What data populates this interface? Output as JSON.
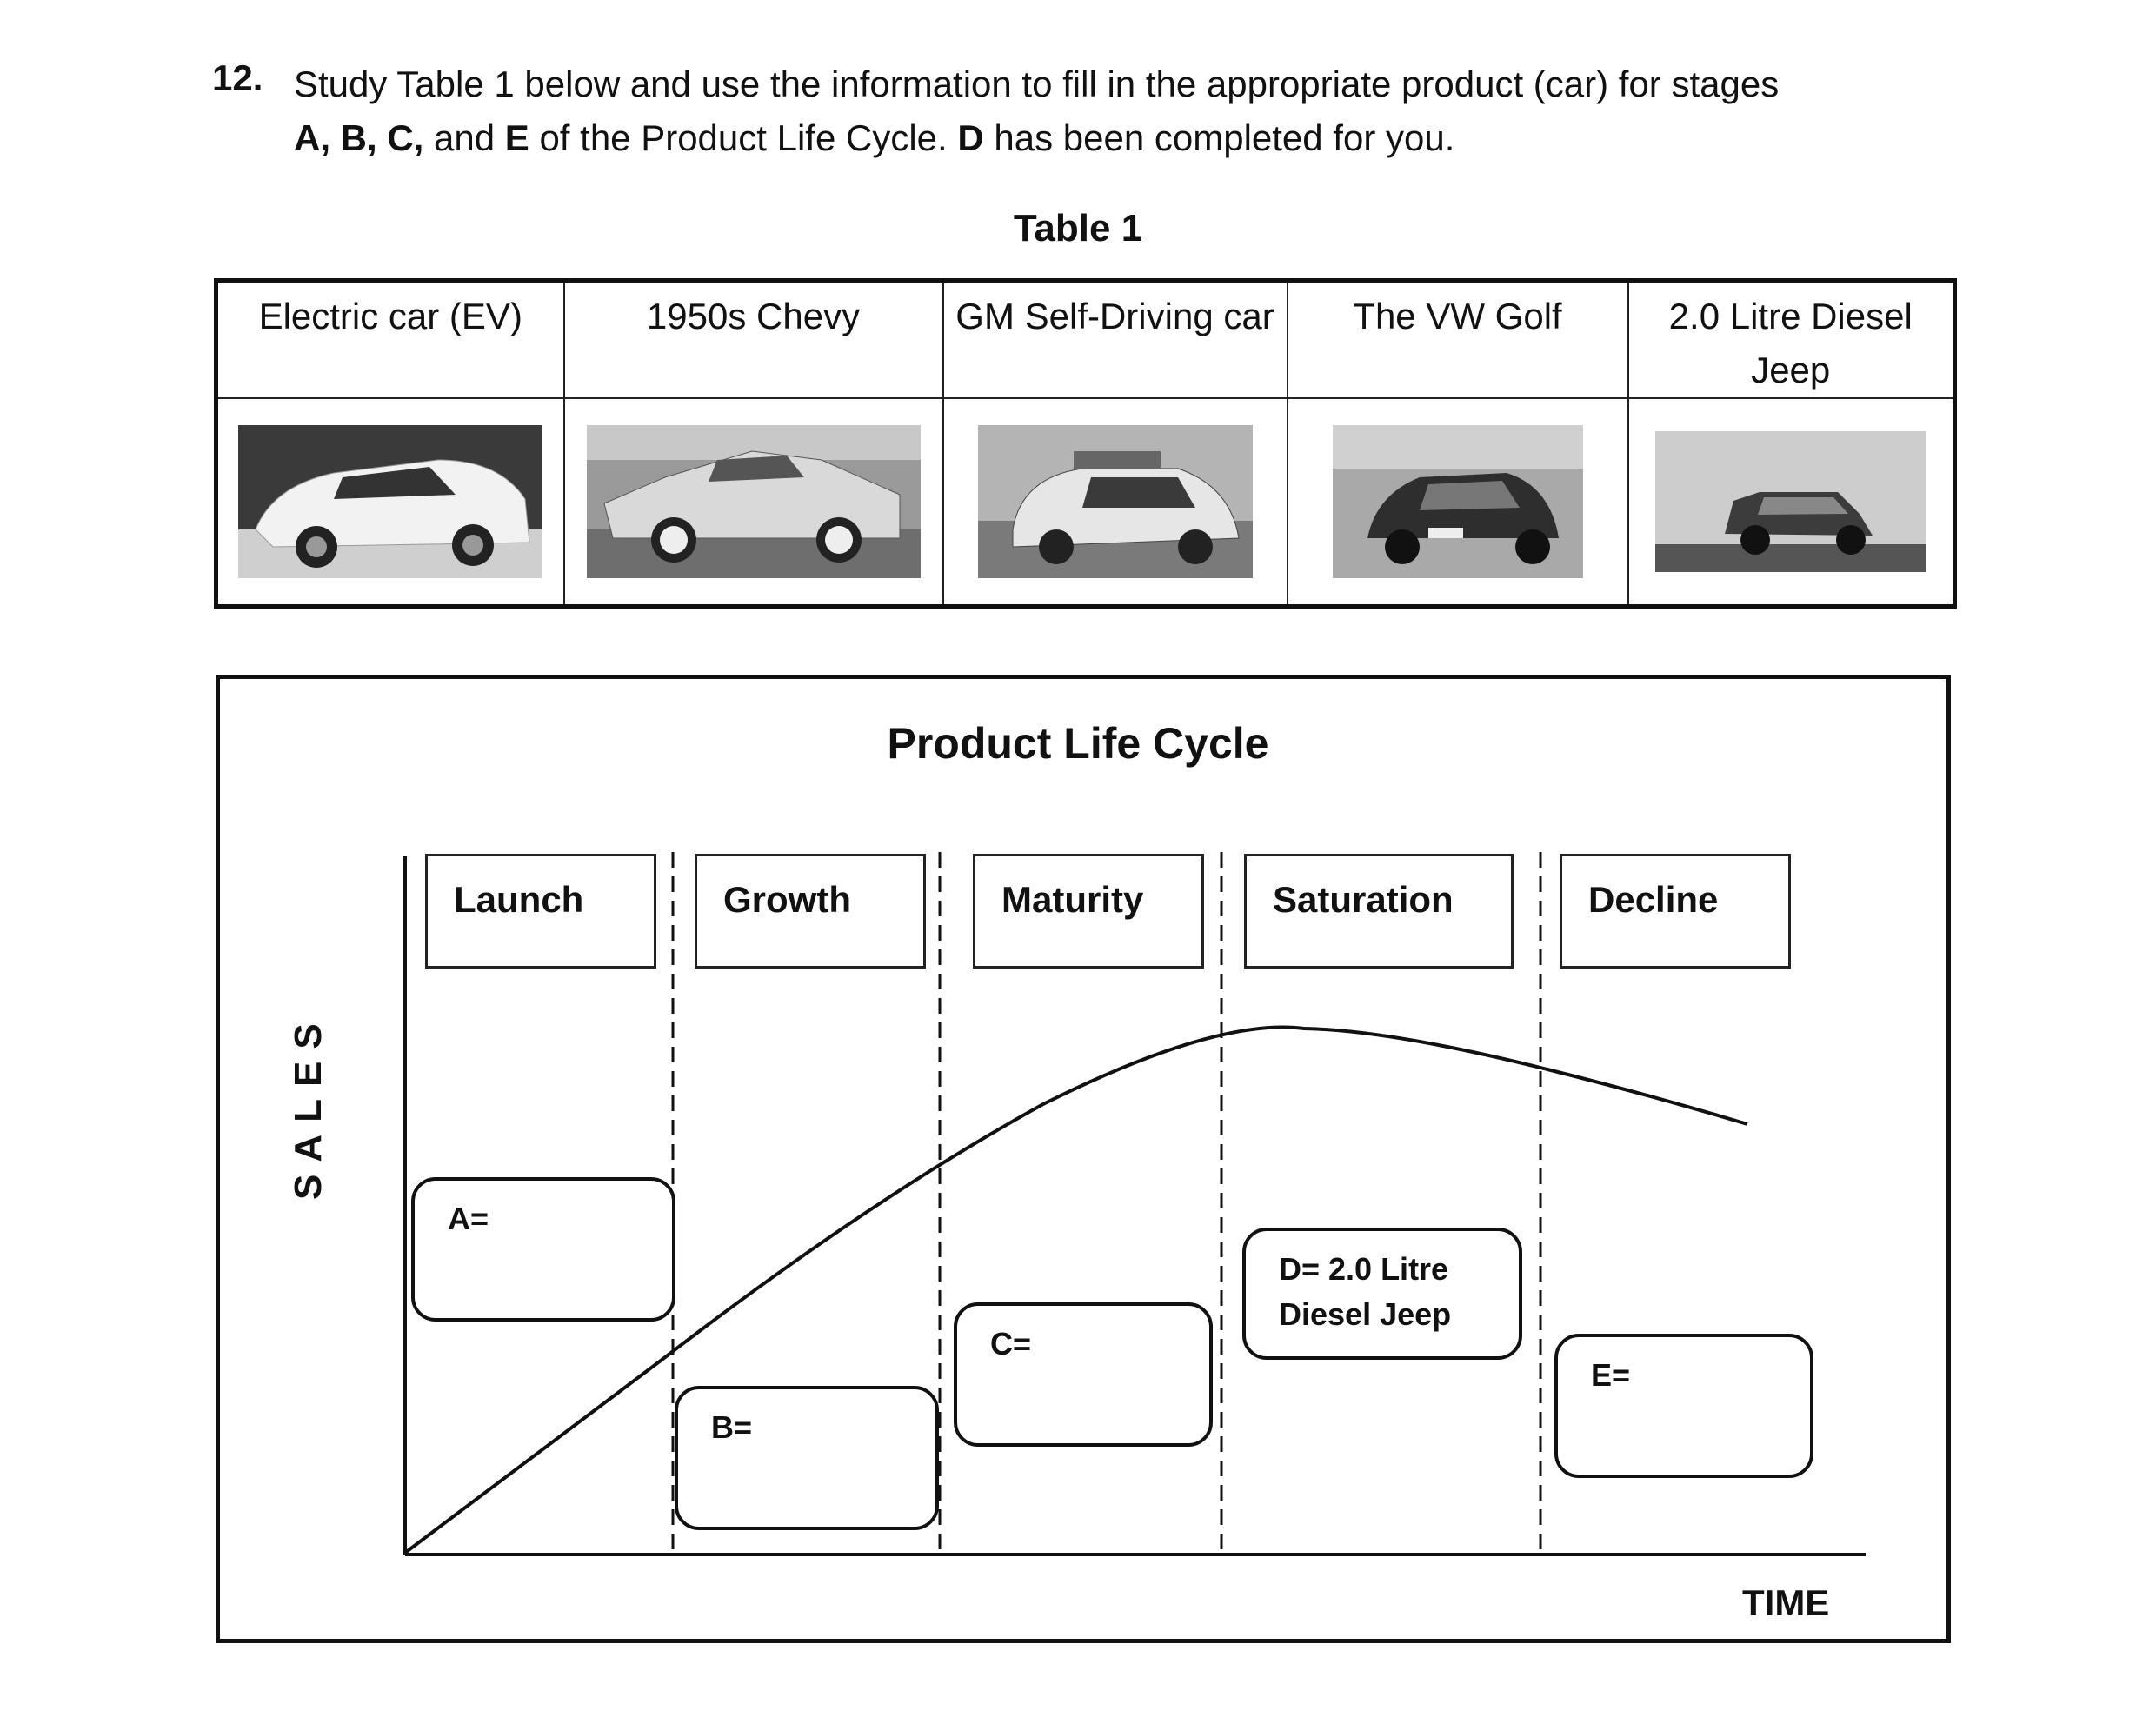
{
  "question": {
    "number": "12.",
    "line1": "Study Table 1 below and use the information to fill in the appropriate product (car) for stages",
    "line2_parts": [
      "A, B, C,",
      " and ",
      "E",
      " of the Product Life Cycle. ",
      "D",
      " has been completed for you."
    ]
  },
  "table": {
    "title": "Table 1",
    "cars": [
      {
        "name": "Electric car (EV)",
        "image": "electric-car-photo"
      },
      {
        "name": "1950s Chevy",
        "image": "chevy-photo"
      },
      {
        "name": "GM Self-Driving car",
        "image": "self-driving-car-photo"
      },
      {
        "name": "The VW Golf",
        "image": "vw-golf-photo"
      },
      {
        "name": "2.0 Litre Diesel Jeep",
        "image": "jeep-photo"
      }
    ]
  },
  "diagram": {
    "title": "Product Life Cycle",
    "y_axis": "SALES",
    "x_axis": "TIME",
    "stages": [
      "Launch",
      "Growth",
      "Maturity",
      "Saturation",
      "Decline"
    ],
    "answers": [
      {
        "label": "A=",
        "value": ""
      },
      {
        "label": "B=",
        "value": ""
      },
      {
        "label": "C=",
        "value": ""
      },
      {
        "label": "D= 2.0 Litre",
        "value": "Diesel Jeep"
      },
      {
        "label": "E=",
        "value": ""
      }
    ]
  }
}
